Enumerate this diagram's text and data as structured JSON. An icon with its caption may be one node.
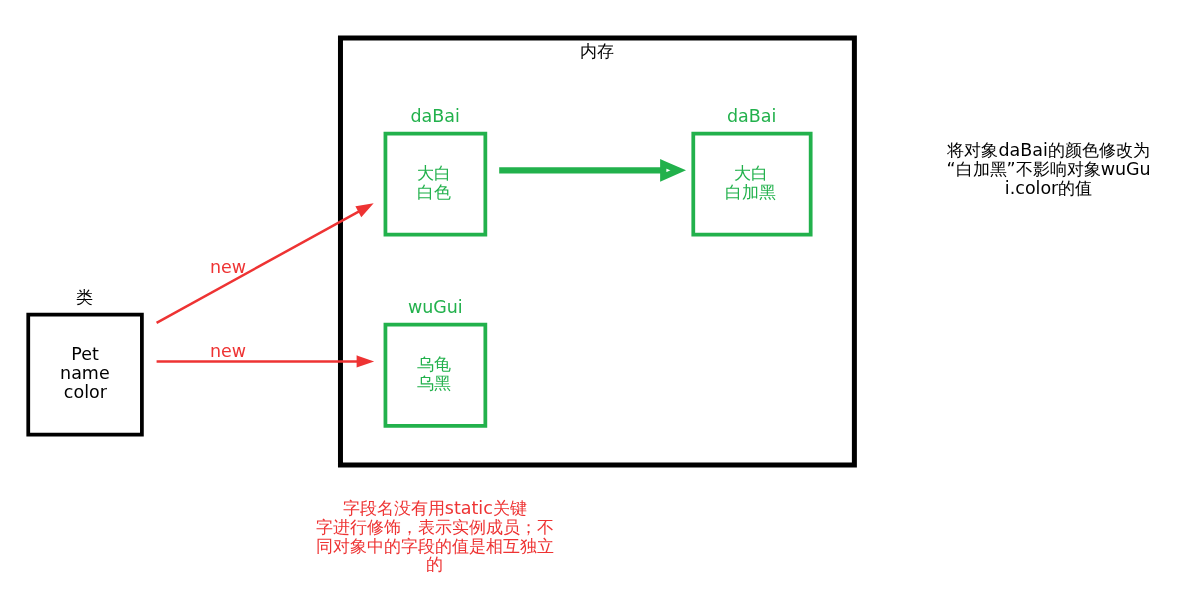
{
  "diagram": {
    "nodes": [
      {
        "text": [
          "类",
          "Pet",
          "name",
          "color"
        ]
      },
      {
        "text": [
          "内存"
        ]
      },
      {
        "text": [
          "daBai",
          "大白",
          "白色"
        ],
        "in": 1
      },
      {
        "text": [
          "daBai",
          "大白",
          "白加黑"
        ],
        "in": 1
      },
      {
        "text": [
          "wuGui",
          "乌龟",
          "乌黑"
        ],
        "in": 1
      }
    ],
    "edges": [
      {
        "from": 0,
        "to": 2,
        "arrow": "to",
        "label": "new"
      },
      {
        "from": 0,
        "to": 4,
        "arrow": "to",
        "label": "new"
      },
      {
        "from": 2,
        "to": 3,
        "arrow": "to",
        "style": "thick",
        "color": "#22b14c"
      }
    ],
    "labels": [
      "字段名没有用static关键字进行修饰，表示实例成员；不同对象中的字段的值是相互独立的",
      "将对象daBai的颜色修改为“白加黑”不影响对象wuGui.color的值"
    ]
  }
}
